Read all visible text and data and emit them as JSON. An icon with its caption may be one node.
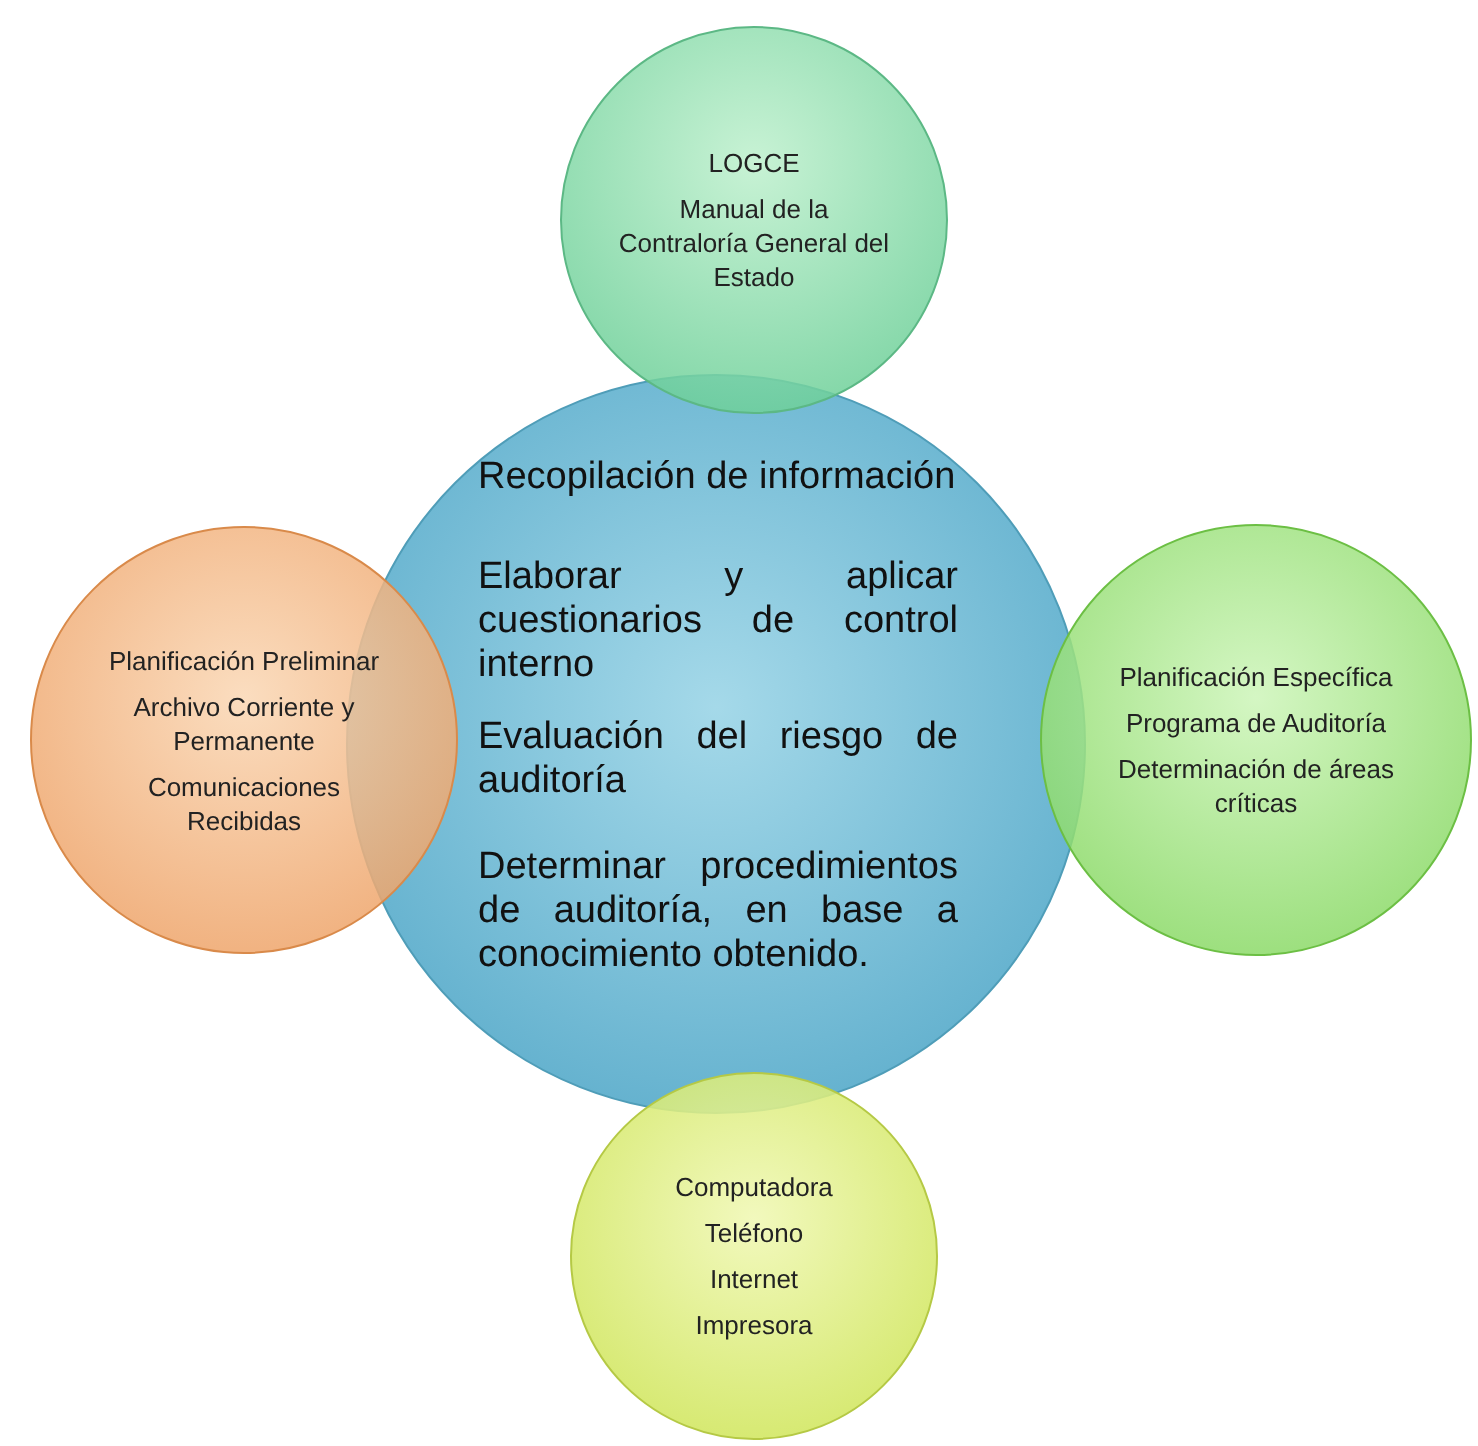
{
  "diagram": {
    "nodes": [
      {
        "text": [
          "LOGCE",
          "Manual de la Contraloría General del Estado"
        ]
      },
      {
        "text": [
          "Recopilación de información",
          "Elaborar y aplicar cuestionarios de control interno",
          "Evaluación del riesgo de auditoría",
          "Determinar procedimientos de auditoría, en base a conocimiento obtenido."
        ]
      },
      {
        "text": [
          "Planificación Preliminar",
          "Archivo Corriente y Permanente",
          "Comunicaciones Recibidas"
        ]
      },
      {
        "text": [
          "Planificación Específica",
          "Programa de Auditoría",
          "Determinación de áreas críticas"
        ]
      },
      {
        "text": [
          "Computadora",
          "Teléfono",
          "Internet",
          "Impresora"
        ]
      }
    ]
  }
}
